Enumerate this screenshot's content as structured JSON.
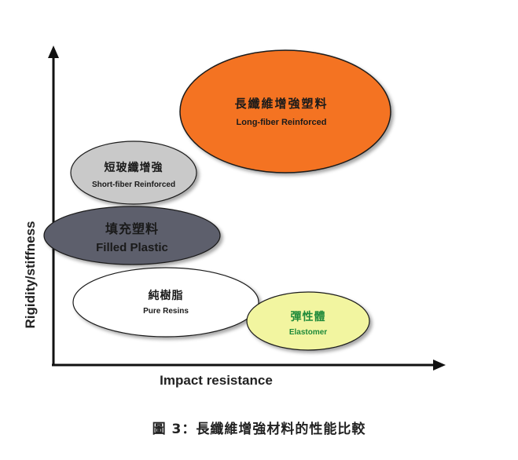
{
  "axes": {
    "x_label": "Impact resistance",
    "y_label": "Rigidity/stiffness"
  },
  "materials": [
    {
      "key": "long-fiber",
      "zh": "長纖維增強塑料",
      "en": "Long-fiber Reinforced",
      "fill": "#f47321",
      "text_color": "#1a1a1a"
    },
    {
      "key": "short-fiber",
      "zh": "短玻纖增強",
      "en": "Short-fiber Reinforced",
      "fill": "#c9c9c9",
      "text_color": "#1a1a1a"
    },
    {
      "key": "filled-plastic",
      "zh": "填充塑料",
      "en": "Filled Plastic",
      "fill": "#5d5e6c",
      "text_color": "#1a1a1a"
    },
    {
      "key": "pure-resins",
      "zh": "純樹脂",
      "en": "Pure Resins",
      "fill": "#ffffff",
      "text_color": "#1a1a1a"
    },
    {
      "key": "elastomer",
      "zh": "彈性體",
      "en": "Elastomer",
      "fill": "#f2f5a0",
      "text_color": "#1f8a3a"
    }
  ],
  "caption": "圖 3：長纖維增強材料的性能比較"
}
